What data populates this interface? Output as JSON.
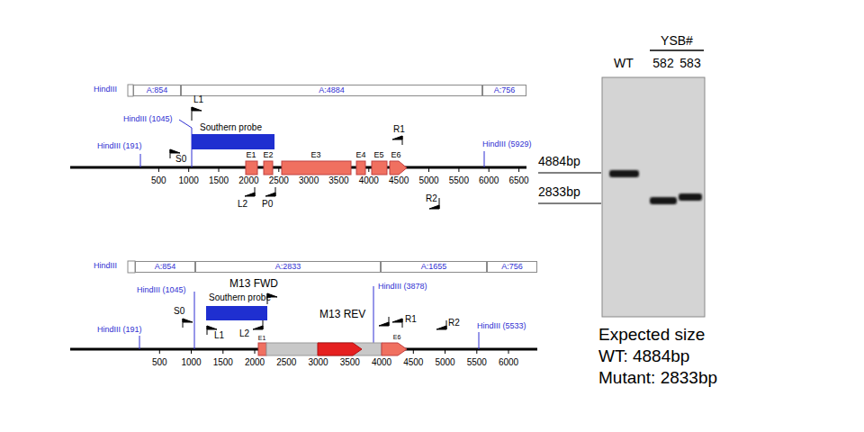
{
  "diagram": {
    "nodes": [
      {
        "text": [
          "A:854"
        ]
      },
      {
        "text": [
          "A:4884"
        ]
      },
      {
        "text": [
          "A:756"
        ]
      },
      {
        "text": [
          "A:854"
        ]
      },
      {
        "text": [
          "A:2833"
        ]
      },
      {
        "text": [
          "A:1655"
        ]
      },
      {
        "text": [
          "A:756"
        ]
      }
    ],
    "labels": [
      "HindIII",
      "HindIII (191)",
      "HindIII (1045)",
      "L1",
      "S0",
      "Southern probe",
      "E1",
      "E2",
      "E3",
      "E4",
      "E5",
      "E6",
      "R1",
      "HindIII (5929)",
      "500",
      "1000",
      "1500",
      "2000",
      "2500",
      "3000",
      "3500",
      "4000",
      "4500",
      "5000",
      "5500",
      "6000",
      "6500",
      "L2",
      "P0",
      "R2",
      "HindIII",
      "HindIII (1045)",
      "M13 FWD",
      "HindIII (3878)",
      "HindIII (191)",
      "S0",
      "Southern probe",
      "L1",
      "L2",
      "E1",
      "M13 REV",
      "R1",
      "E6",
      "R2",
      "HindIII (5533)",
      "500",
      "1000",
      "1500",
      "2000",
      "2500",
      "3000",
      "3500",
      "4000",
      "4500",
      "5000",
      "5500",
      "6000",
      "YSB#",
      "WT",
      "582",
      "583",
      "4884bp",
      "2833bp",
      "Expected size",
      "WT: 4884bp",
      "Mutant: 2833bp"
    ]
  }
}
